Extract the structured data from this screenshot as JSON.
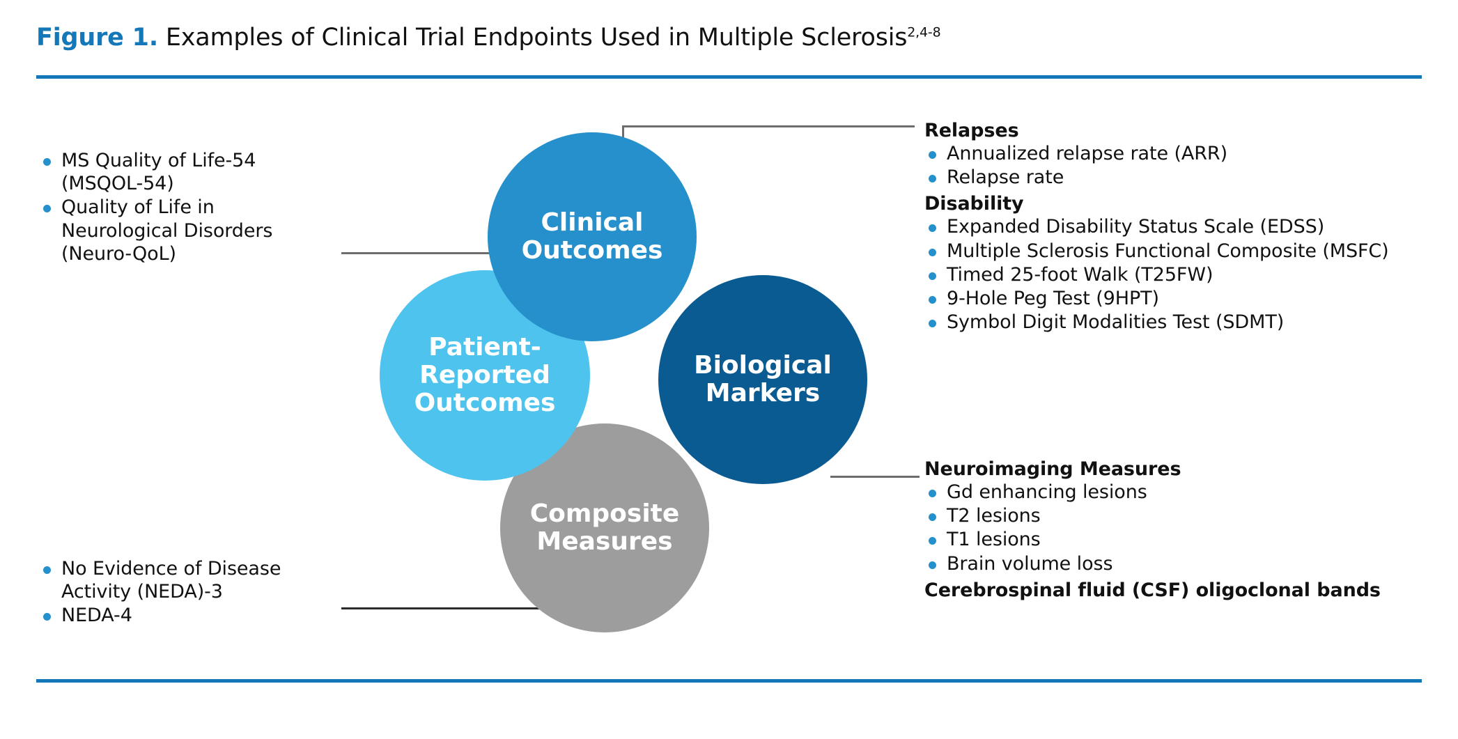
{
  "figure": {
    "title_prefix": "Figure 1.",
    "title_main": " Examples of Clinical Trial Endpoints Used in Multiple Sclerosis",
    "title_superscript": "2,4-8",
    "accent_color": "#1377b8"
  },
  "circles": [
    {
      "id": "clinical-outcomes",
      "line1": "Clinical",
      "line2": "Outcomes",
      "line3": "",
      "color": "#2590cb"
    },
    {
      "id": "patient-reported",
      "line1": "Patient-",
      "line2": "Reported",
      "line3": "Outcomes",
      "color": "#4ec3ee"
    },
    {
      "id": "biological-markers",
      "line1": "Biological",
      "line2": "Markers",
      "line3": "",
      "color": "#0a5b91"
    },
    {
      "id": "composite-measures",
      "line1": "Composite",
      "line2": "Measures",
      "line3": "",
      "color": "#9d9d9d"
    }
  ],
  "left_top": {
    "bullet_color": "#4ec3ee",
    "items": [
      "MS Quality of Life-54 (MSQOL-54)",
      "Quality of Life in Neurological Disorders (Neuro-QoL)"
    ]
  },
  "left_bottom": {
    "bullet_color": "#9d9d9d",
    "items": [
      "No Evidence of Disease Activity (NEDA)-3",
      "NEDA-4"
    ]
  },
  "right_clinical": {
    "sections": [
      {
        "heading": "Relapses",
        "bullet_color": "#2590cb",
        "items": [
          "Annualized relapse rate (ARR)",
          "Relapse rate"
        ]
      },
      {
        "heading": "Disability",
        "bullet_color": "#2590cb",
        "items": [
          "Expanded Disability Status Scale (EDSS)",
          "Multiple Sclerosis Functional Composite (MSFC)",
          "Timed 25-foot Walk (T25FW)",
          "9-Hole Peg Test (9HPT)",
          "Symbol Digit Modalities Test (SDMT)"
        ]
      }
    ]
  },
  "right_biological": {
    "sections": [
      {
        "heading": "Neuroimaging Measures",
        "bullet_color": "#0a5b91",
        "items": [
          "Gd enhancing lesions",
          "T2 lesions",
          "T1 lesions",
          "Brain volume loss"
        ]
      }
    ],
    "footer": "Cerebrospinal fluid (CSF) oligoclonal bands"
  }
}
